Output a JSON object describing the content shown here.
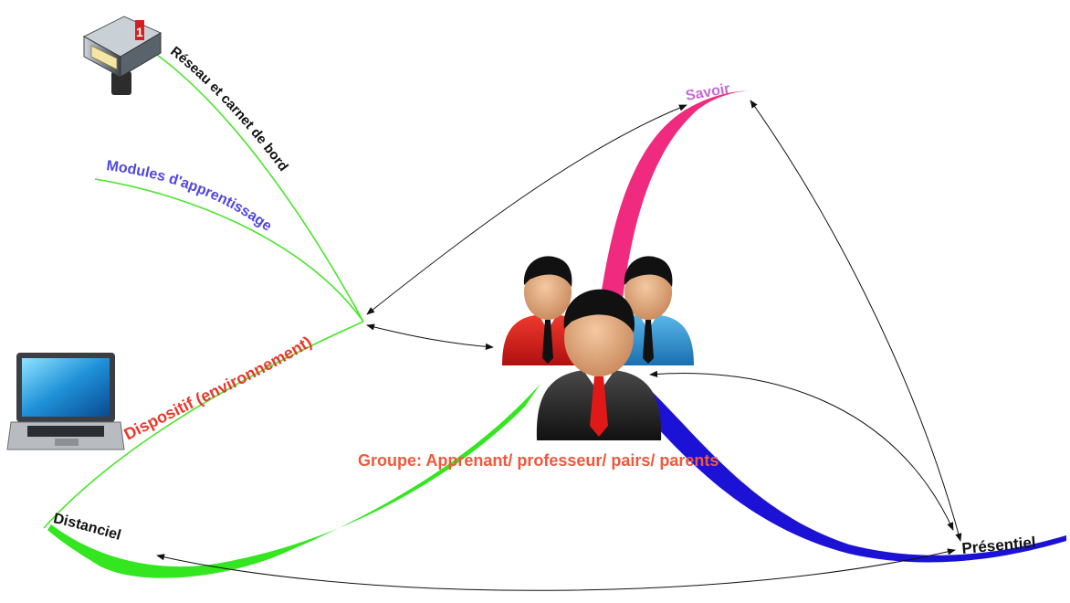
{
  "branches": {
    "reseau": "Réseau  et carnet de bord",
    "modules": "Modules d'apprentissage",
    "dispositif": "Dispositif (environnement)",
    "savoir": "Savoir",
    "distanciel": "Distanciel",
    "presentiel": "Présentiel"
  },
  "center": {
    "label": "Groupe: Apprenant/ professeur/ pairs/ parents",
    "icon": "group-of-people-icon"
  },
  "icons": {
    "mailbox": "mailbox-icon",
    "laptop": "laptop-icon"
  },
  "colors": {
    "reseau_text": "#111111",
    "modules_text": "#5046e0",
    "dispositif_text": "#e8382a",
    "savoir_text": "#c46ad6",
    "center_text": "#f0583e",
    "green_branch": "#33e61f",
    "pink_branch": "#ef2a7f",
    "blue_branch": "#1b12d6",
    "thin_branch": "#4be52a",
    "arrow": "#111111"
  }
}
